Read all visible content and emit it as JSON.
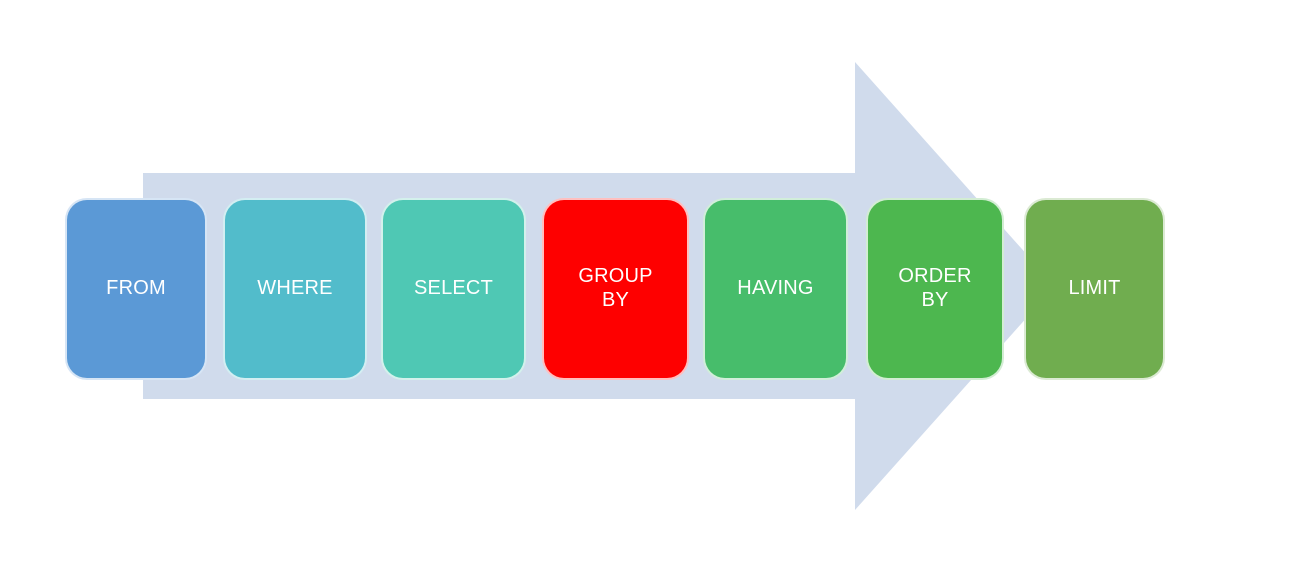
{
  "diagram": {
    "type": "process-arrow",
    "direction": "left-to-right",
    "arrow_color": "#d0dbec",
    "label_color": "#ffffff",
    "steps": [
      {
        "label": "FROM",
        "color": "#5b99d6"
      },
      {
        "label": "WHERE",
        "color": "#52bccb"
      },
      {
        "label": "SELECT",
        "color": "#4fc8b4"
      },
      {
        "label": "GROUP BY",
        "color": "#fe0000"
      },
      {
        "label": "HAVING",
        "color": "#47bd6b"
      },
      {
        "label": "ORDER BY",
        "color": "#4db74f"
      },
      {
        "label": "LIMIT",
        "color": "#70ad4f"
      }
    ]
  }
}
